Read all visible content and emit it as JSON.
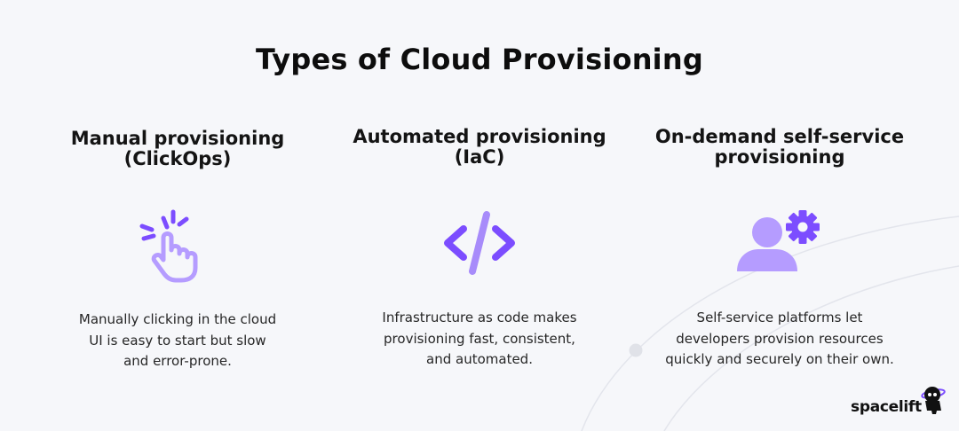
{
  "title": "Types of Cloud Provisioning",
  "colors": {
    "accent": "#7c4dff",
    "accent_light": "#b59cff",
    "accent_soft": "#a78bfa"
  },
  "columns": [
    {
      "heading_lines": [
        "Manual provisioning",
        "(ClickOps)"
      ],
      "icon": "pointer-click-icon",
      "description_lines": [
        "Manually clicking in the cloud",
        "UI is easy to start but slow",
        "and error-prone."
      ]
    },
    {
      "heading_lines": [
        "Automated provisioning",
        "(IaC)"
      ],
      "icon": "code-brackets-icon",
      "description_lines": [
        "Infrastructure as code makes",
        "provisioning fast, consistent,",
        "and automated."
      ]
    },
    {
      "heading_lines": [
        "On-demand self-service",
        "provisioning"
      ],
      "icon": "user-gear-icon",
      "description_lines": [
        "Self-service platforms let",
        "developers provision resources",
        "quickly and securely on their own."
      ]
    }
  ],
  "brand": {
    "name": "spacelift",
    "icon": "astronaut-mascot-icon"
  }
}
